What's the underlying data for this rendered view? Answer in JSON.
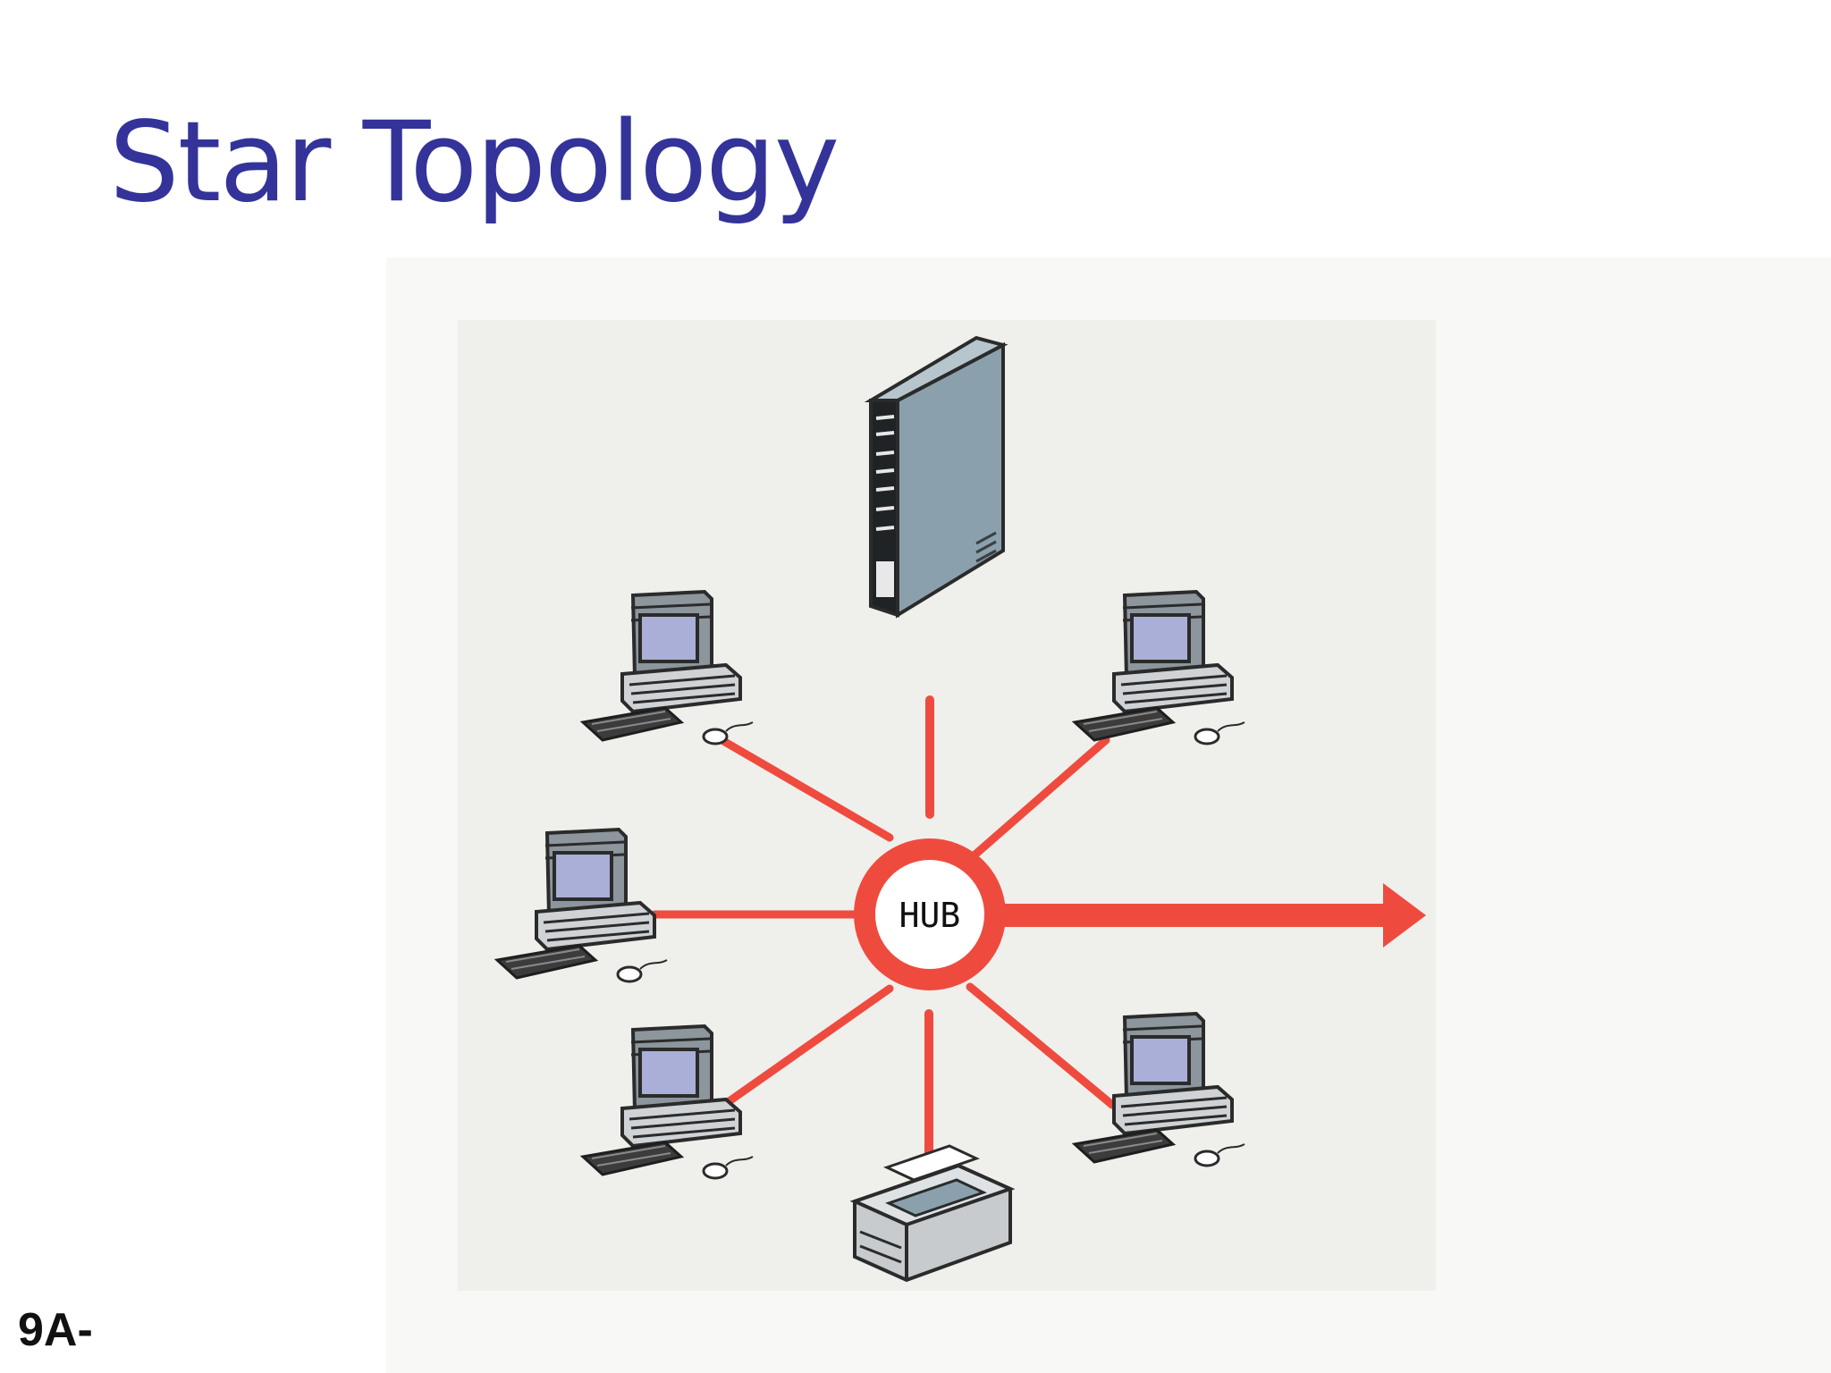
{
  "slide": {
    "title": "Star Topology",
    "slide_number": "9A-"
  },
  "diagram": {
    "hub_label": "HUB",
    "nodes": [
      {
        "type": "server",
        "icon": "server-tower-icon"
      },
      {
        "type": "workstation",
        "icon": "workstation-icon"
      },
      {
        "type": "workstation",
        "icon": "workstation-icon"
      },
      {
        "type": "workstation",
        "icon": "workstation-icon"
      },
      {
        "type": "workstation",
        "icon": "workstation-icon"
      },
      {
        "type": "workstation",
        "icon": "workstation-icon"
      },
      {
        "type": "printer",
        "icon": "printer-icon"
      }
    ],
    "colors": {
      "title": "#33339a",
      "link": "#ee4b3e",
      "hub_ring": "#ee4b3e",
      "background": "#efefec"
    }
  }
}
